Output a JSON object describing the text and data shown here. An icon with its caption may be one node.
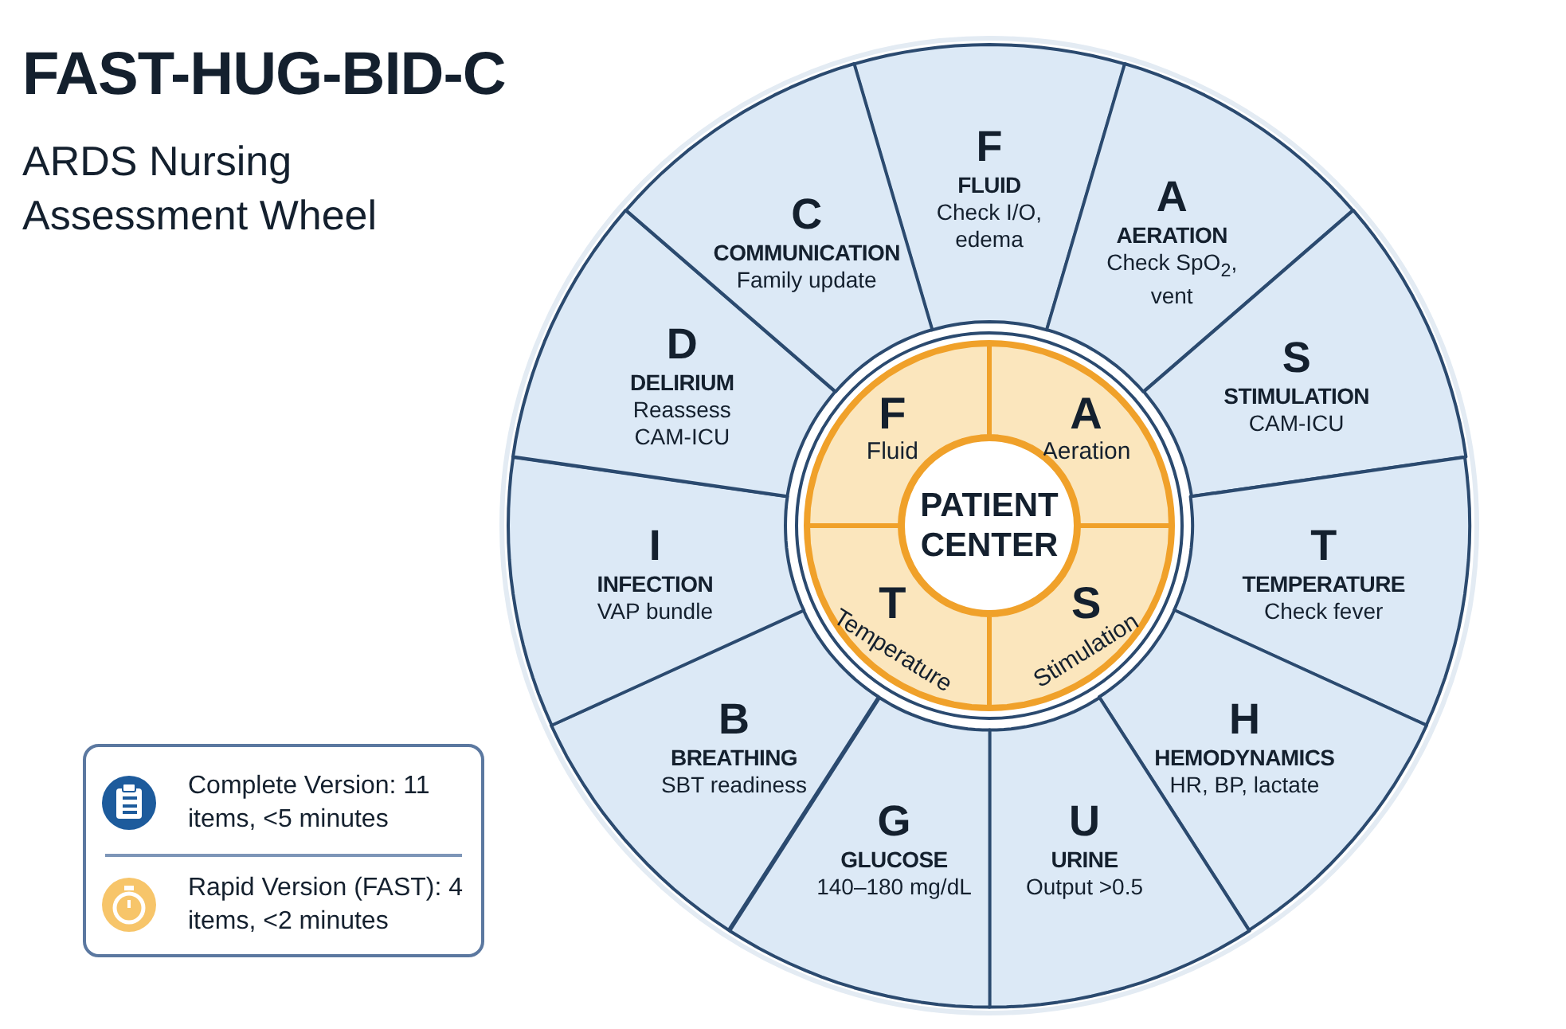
{
  "diagram": {
    "title": "FAST-HUG-BID-C",
    "nodes": [
      {
        "text": [
          "F",
          "FLUID",
          "Check I/O, edema"
        ]
      },
      {
        "text": [
          "A",
          "AERATION",
          "Check SpO$_{2}$, vent"
        ]
      },
      {
        "text": [
          "S",
          "STIMULATION",
          "CAM-ICU"
        ]
      },
      {
        "text": [
          "T",
          "TEMPERATURE",
          "Check fever"
        ]
      },
      {
        "text": [
          "H",
          "HEMODYNAMICS",
          "HR, BP, lactate"
        ]
      },
      {
        "text": [
          "U",
          "URINE",
          "Output >0.5"
        ]
      },
      {
        "text": [
          "G",
          "GLUCOSE",
          "140–180 mg/dL"
        ]
      },
      {
        "text": [
          "B",
          "BREATHING",
          "SBT readiness"
        ]
      },
      {
        "text": [
          "I",
          "INFECTION",
          "VAP bundle"
        ]
      },
      {
        "text": [
          "D",
          "DELIRIUM",
          "Reassess CAM-ICU"
        ]
      },
      {
        "text": [
          "C",
          "COMMUNICATION",
          "Family update"
        ]
      },
      {
        "text": [
          "F",
          "Fluid"
        ]
      },
      {
        "text": [
          "A",
          "Aeration"
        ]
      },
      {
        "text": [
          "T",
          "Temperature"
        ]
      },
      {
        "text": [
          "S",
          "Stimulation"
        ]
      },
      {
        "text": [
          "PATIENT CENTER"
        ]
      }
    ],
    "edges": [],
    "labels": [
      "ARDS Nursing Assessment Wheel"
    ],
    "legend": [
      {
        "text": "Complete Version: 11 items, <5 minutes",
        "color": "#1d5b9c"
      },
      {
        "text": "Rapid Version (FAST): 4 items, <2 minutes",
        "color": "#f7c56a"
      }
    ]
  }
}
